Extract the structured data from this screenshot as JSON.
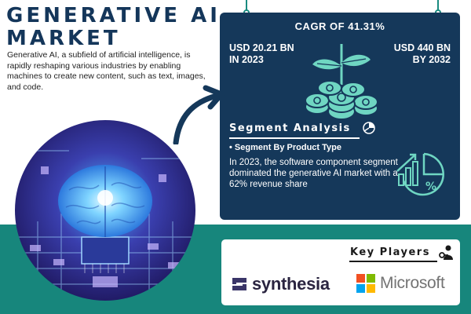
{
  "title": "GENERATIVE AI MARKET",
  "intro": "Generative AI, a subfield of artificial intelligence, is rapidly reshaping various industries by enabling machines to create new content, such as text, images, and code.",
  "stats": {
    "cagr": "CAGR OF 41.31%",
    "left_value": "USD 20.21 BN",
    "left_year": "IN 2023",
    "right_value": "USD 440 BN",
    "right_year": "BY 2032"
  },
  "segment": {
    "heading": "Segment Analysis",
    "bullet": "• Segment By Product Type",
    "text": "In 2023, the software component segment dominated the generative AI market with a 62% revenue share"
  },
  "key_players": {
    "heading": "Key Players",
    "players": [
      "synthesia",
      "Microsoft"
    ]
  },
  "colors": {
    "navy": "#15385a",
    "teal": "#17867c",
    "mint": "#6fd6c2",
    "ms_red": "#f25022",
    "ms_green": "#7fba00",
    "ms_blue": "#00a4ef",
    "ms_yellow": "#ffb900"
  },
  "icons": [
    "hanging-ring-icon",
    "coin-plant-icon",
    "pie-chart-icon",
    "growth-chart-icon",
    "arrow-icon",
    "person-key-icon",
    "ai-brain-image"
  ]
}
